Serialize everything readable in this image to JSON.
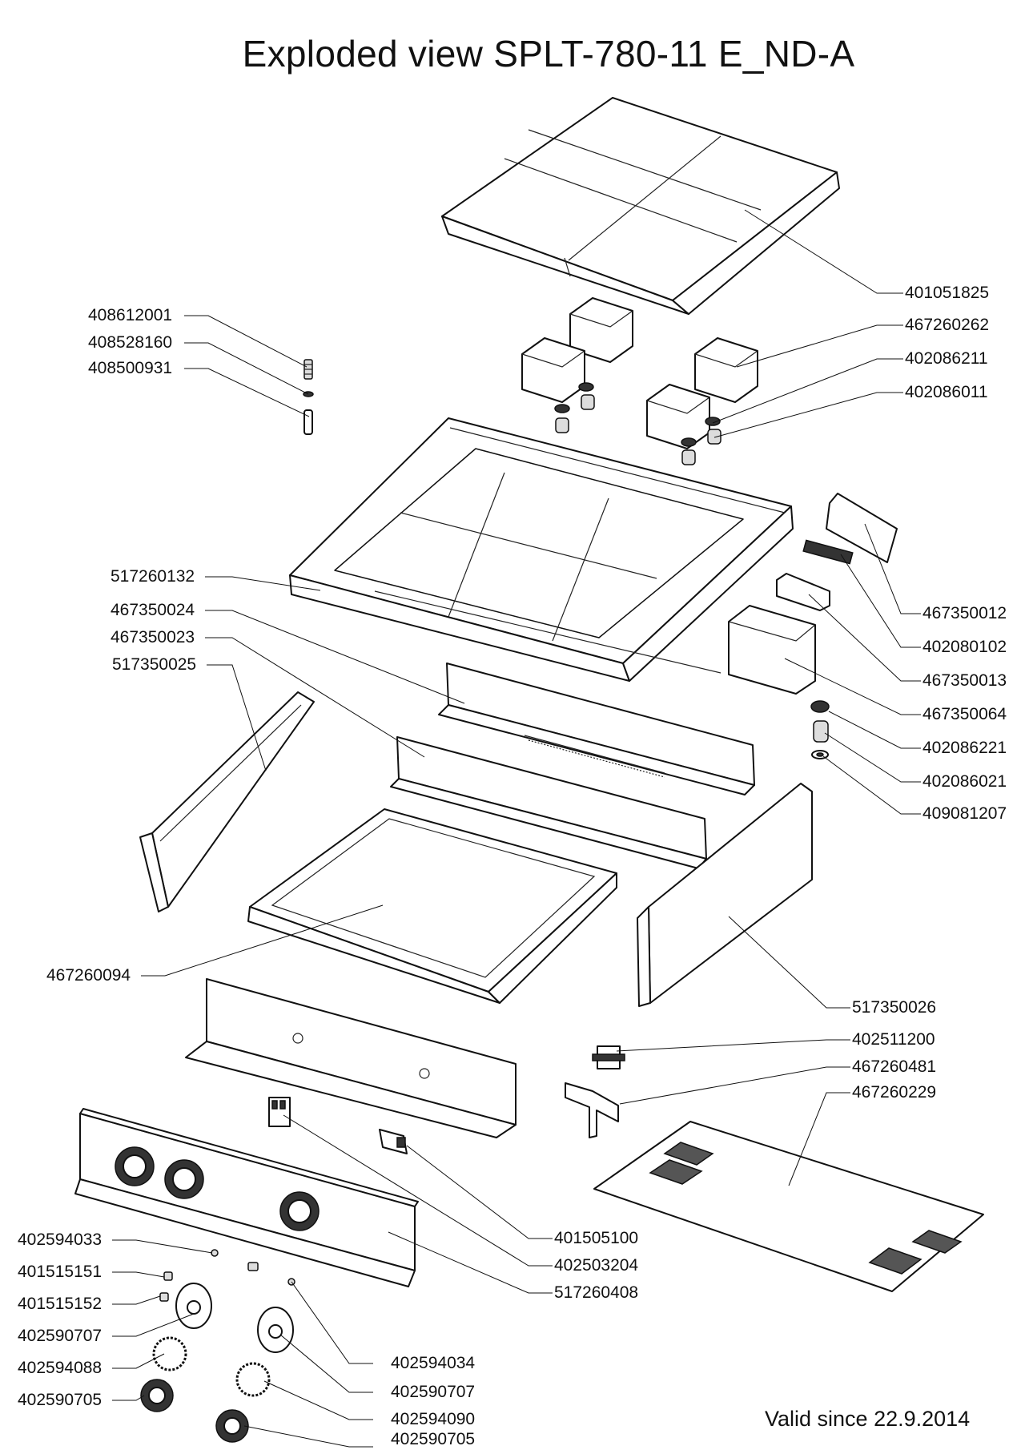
{
  "title": "Exploded view SPLT-780-11 E_ND-A",
  "valid_since": "Valid since 22.9.2014",
  "part_numbers": {
    "p401051825": "401051825",
    "p467260262": "467260262",
    "p402086211": "402086211",
    "p402086011": "402086011",
    "p408612001": "408612001",
    "p408528160": "408528160",
    "p408500931": "408500931",
    "p517260132": "517260132",
    "p467350024": "467350024",
    "p467350023": "467350023",
    "p517350025": "517350025",
    "p467350012": "467350012",
    "p402080102": "402080102",
    "p467350013": "467350013",
    "p467350064": "467350064",
    "p402086221": "402086221",
    "p402086021": "402086021",
    "p409081207": "409081207",
    "p467260094": "467260094",
    "p517350026": "517350026",
    "p402511200": "402511200",
    "p467260481": "467260481",
    "p467260229": "467260229",
    "p401505100": "401505100",
    "p402503204": "402503204",
    "p517260408": "517260408",
    "p402594033": "402594033",
    "p401515151": "401515151",
    "p401515152": "401515152",
    "p402590707a": "402590707",
    "p402594088": "402594088",
    "p402590705a": "402590705",
    "p402594034": "402594034",
    "p402590707b": "402590707",
    "p402594090": "402594090",
    "p402590705b": "402590705"
  }
}
